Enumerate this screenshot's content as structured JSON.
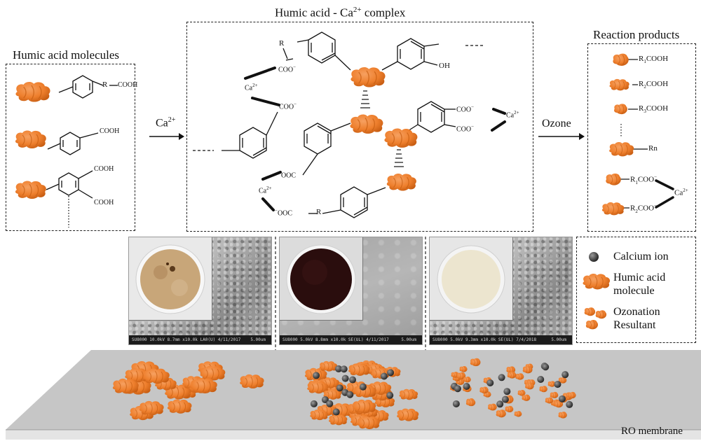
{
  "titles": {
    "humic_molecules": "Humic acid molecules",
    "complex_prefix": "Humic acid - Ca",
    "complex_sup": "2+",
    "complex_suffix": " complex",
    "products": "Reaction products"
  },
  "arrows": {
    "ca_label": "Ca",
    "ca_sup": "2+",
    "ozone_label": "Ozone"
  },
  "left_box": {
    "cooh_1": "COOH",
    "cooh_2": "COOH",
    "cooh_3": "COOH",
    "cooh_4": "COOH",
    "r_label": "R"
  },
  "middle_box": {
    "r_top": "R",
    "coo_top": "COO",
    "coo_top_sup": "−",
    "ca_top": "Ca",
    "ca_top_sup": "2+",
    "coo_mid": "COO",
    "coo_mid_sup": "−",
    "oh_label": "OH",
    "coo_right1": "COO",
    "coo_right1_sup": "−",
    "coo_right2": "COO",
    "coo_right2_sup": "−",
    "ca_right": "Ca",
    "ca_right_sup": "2+",
    "ooc_mid_sup": "−",
    "ooc_mid": "OOC",
    "ca_bottom": "Ca",
    "ca_bottom_sup": "2+",
    "ooc_bottom_sup": "−",
    "ooc_bottom": "OOC",
    "r_bottom": "R"
  },
  "products_box": {
    "p1": {
      "r": "R",
      "sub": "1",
      "group": "COOH"
    },
    "p2": {
      "r": "R",
      "sub": "2",
      "group": "COOH"
    },
    "p3": {
      "r": "R",
      "sub": "3",
      "group": "COOH"
    },
    "p4": {
      "label": "Rn"
    },
    "p5": {
      "r": "R",
      "sub": "1",
      "group": "COO",
      "sup": "−"
    },
    "p6": {
      "r": "R",
      "sub": "2",
      "group": "COO",
      "sup": "−"
    },
    "ca": "Ca",
    "ca_sup": "2+"
  },
  "sem_images": [
    {
      "footer": "SU8000 10.0kV 8.7mm x10.0k LA0(U) 4/11/2017",
      "scale": "5.00um"
    },
    {
      "footer": "SU8000 5.0kV 8.8mm x10.0k SE(UL) 4/11/2017",
      "scale": "5.00um"
    },
    {
      "footer": "SU8000 5.0kV 9.3mm x10.0k SE(UL) 7/4/2018",
      "scale": "5.00um"
    }
  ],
  "legend": {
    "calcium": "Calcium ion",
    "humic_line1": "Humic acid",
    "humic_line2": "molecule",
    "ozon_line1": "Ozonation",
    "ozon_line2": "Resultant"
  },
  "membrane_label": "RO membrane",
  "colors": {
    "humic_orange": "#ee7f2d",
    "humic_dark": "#c75d12",
    "calcium": "#3a3a3a",
    "membrane_top": "#c6c6c6",
    "membrane_side": "#e4e4e4"
  }
}
